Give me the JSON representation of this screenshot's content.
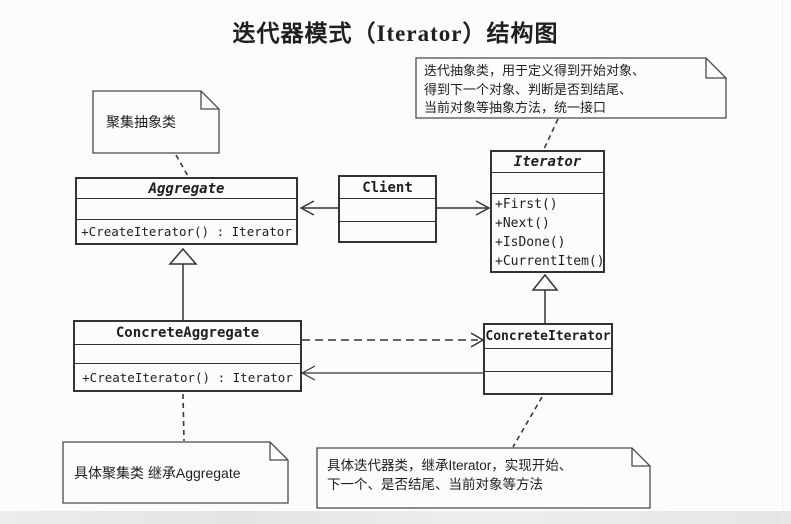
{
  "title": "迭代器模式（Iterator）结构图",
  "notes": {
    "aggregate_note": {
      "text": "聚集抽象类"
    },
    "iterator_note": {
      "lines": [
        "迭代抽象类，用于定义得到开始对象、",
        "得到下一个对象、判断是否到结尾、",
        "当前对象等抽象方法，统一接口"
      ]
    },
    "concrete_aggregate_note": {
      "text": "具体聚集类 继承Aggregate"
    },
    "concrete_iterator_note": {
      "lines": [
        "具体迭代器类，继承Iterator，实现开始、",
        "下一个、是否结尾、当前对象等方法"
      ]
    }
  },
  "classes": {
    "aggregate": {
      "name": "Aggregate",
      "methods": [
        "+CreateIterator() : Iterator"
      ]
    },
    "client": {
      "name": "Client",
      "methods": []
    },
    "iterator": {
      "name": "Iterator",
      "methods": [
        "+First()",
        "+Next()",
        "+IsDone()",
        "+CurrentItem()"
      ]
    },
    "concrete_aggregate": {
      "name": "ConcreteAggregate",
      "methods": [
        "+CreateIterator() : Iterator"
      ]
    },
    "concrete_iterator": {
      "name": "ConcreteIterator",
      "methods": []
    }
  },
  "relationships": [
    {
      "from": "Client",
      "to": "Aggregate",
      "type": "association"
    },
    {
      "from": "Client",
      "to": "Iterator",
      "type": "association"
    },
    {
      "from": "ConcreteAggregate",
      "to": "Aggregate",
      "type": "generalization"
    },
    {
      "from": "ConcreteIterator",
      "to": "Iterator",
      "type": "generalization"
    },
    {
      "from": "ConcreteAggregate",
      "to": "ConcreteIterator",
      "type": "dependency-dashed"
    },
    {
      "from": "ConcreteIterator",
      "to": "ConcreteAggregate",
      "type": "association"
    }
  ],
  "colors": {
    "line": "#333333",
    "note_line": "#4a4a4a",
    "background": "#fcfcfc",
    "text": "#1f1f1f"
  }
}
